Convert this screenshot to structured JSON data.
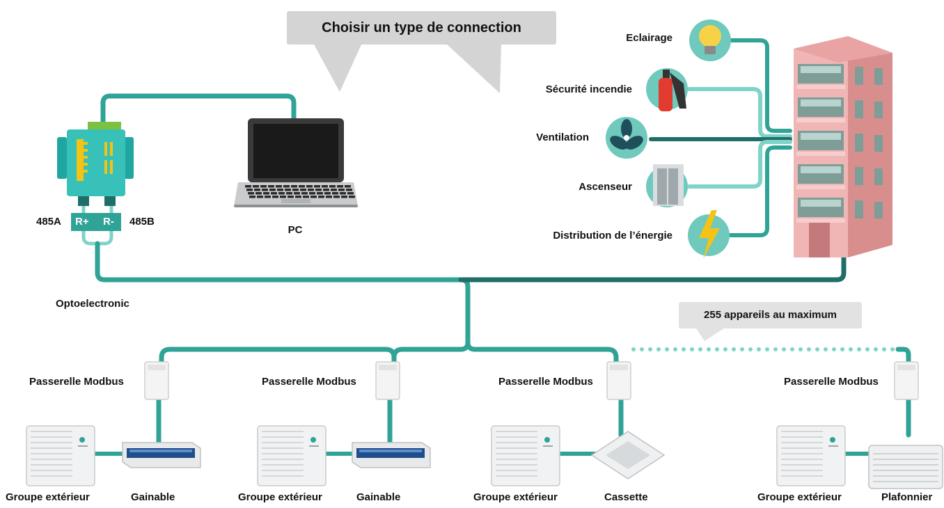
{
  "bubble_title": "Choisir un type de connection",
  "max_devices_note": "255 appareils au maximum",
  "converter": {
    "terminal_a": "485A",
    "terminal_b": "485B",
    "plus": "R+",
    "minus": "R-",
    "name": "Optoelectronic"
  },
  "pc_label": "PC",
  "building_systems": [
    {
      "label": "Eclairage",
      "icon": "light-bulb-icon"
    },
    {
      "label": "Sécurité incendie",
      "icon": "fire-extinguisher-icon"
    },
    {
      "label": "Ventilation",
      "icon": "fan-icon"
    },
    {
      "label": "Ascenseur",
      "icon": "elevator-icon"
    },
    {
      "label": "Distribution de l’énergie",
      "icon": "lightning-bolt-icon"
    }
  ],
  "gateways": [
    {
      "label": "Passerelle Modbus"
    },
    {
      "label": "Passerelle Modbus"
    },
    {
      "label": "Passerelle Modbus"
    },
    {
      "label": "Passerelle Modbus"
    }
  ],
  "units": [
    {
      "outdoor": "Groupe extérieur",
      "indoor": "Gainable"
    },
    {
      "outdoor": "Groupe extérieur",
      "indoor": "Gainable"
    },
    {
      "outdoor": "Groupe extérieur",
      "indoor": "Cassette"
    },
    {
      "outdoor": "Groupe extérieur",
      "indoor": "Plafonnier"
    }
  ],
  "colors": {
    "line": "#2fa396",
    "line_dark": "#1f6e68",
    "light_line": "#7fd3c7",
    "icon_circle": "#6fc9bd",
    "bubble": "#d4d4d4",
    "building": "#e9a3a3",
    "bulb": "#f7d247",
    "extinguisher": "#e23b2f",
    "bolt": "#f5c316"
  }
}
